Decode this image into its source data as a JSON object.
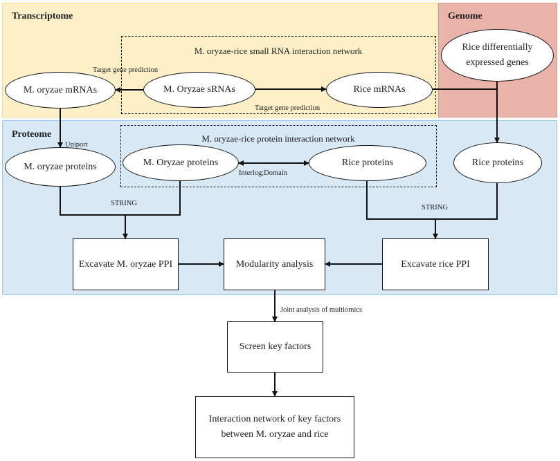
{
  "regions": {
    "transcriptome": "Transcriptome",
    "genome": "Genome",
    "proteome": "Proteome"
  },
  "networks": {
    "small_rna": "M. oryzae-rice small RNA interaction network",
    "protein": "M. oryzae-rice protein interaction network"
  },
  "nodes": {
    "mo_mrnas": "M. oryzae mRNAs",
    "mo_srnas": "M. Oryzae sRNAs",
    "rice_mrnas": "Rice mRNAs",
    "rice_deg_line1": "Rice differentially",
    "rice_deg_line2": "expressed genes",
    "mo_proteins_left": "M. oryzae proteins",
    "mo_proteins_net": "M. Oryzae proteins",
    "rice_proteins_net": "Rice proteins",
    "rice_proteins_right": "Rice proteins",
    "excavate_mo_ppi": "Excavate M. oryzae PPI",
    "modularity": "Modularity analysis",
    "excavate_rice_ppi": "Excavate rice PPI",
    "screen_key": "Screen key factors",
    "final_line1": "Interaction network of key factors",
    "final_line2": "between M. oryzae and rice"
  },
  "edge_labels": {
    "target_gene_prediction_top": "Target gene prediction",
    "target_gene_prediction_bottom": "Target gene prediction",
    "uniport": "Uniport",
    "interlog_domain": "Interlog;Domain",
    "string_left": "STRING",
    "string_right": "STRING",
    "joint_analysis": "Joint analysis of multiomics"
  }
}
